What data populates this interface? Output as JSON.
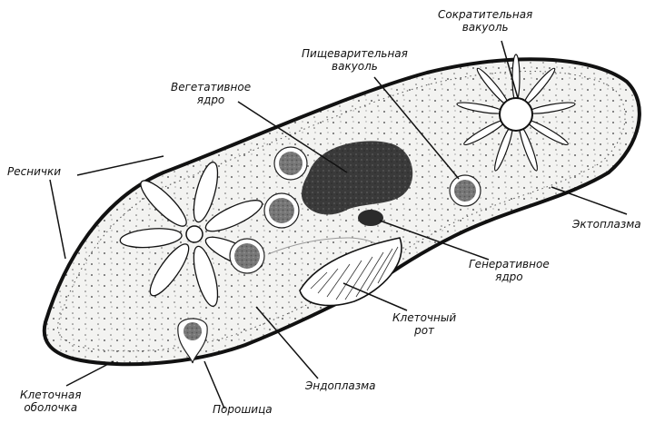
{
  "labels": {
    "contractile_vacuole": [
      "Сократительная",
      "вакуоль"
    ],
    "digestive_vacuole": [
      "Пищеварительная",
      "вакуоль"
    ],
    "vegetative_nucleus": [
      "Вегетативное",
      "ядро"
    ],
    "cilia": [
      "Реснички"
    ],
    "ectoplasm": [
      "Эктоплазма"
    ],
    "generative_nucleus": [
      "Генеративное",
      "ядро"
    ],
    "cell_mouth": [
      "Клеточный",
      "рот"
    ],
    "endoplasm": [
      "Эндоплазма"
    ],
    "cell_membrane": [
      "Клеточная",
      "оболочка"
    ],
    "anal_pore": [
      "Порошица"
    ]
  }
}
